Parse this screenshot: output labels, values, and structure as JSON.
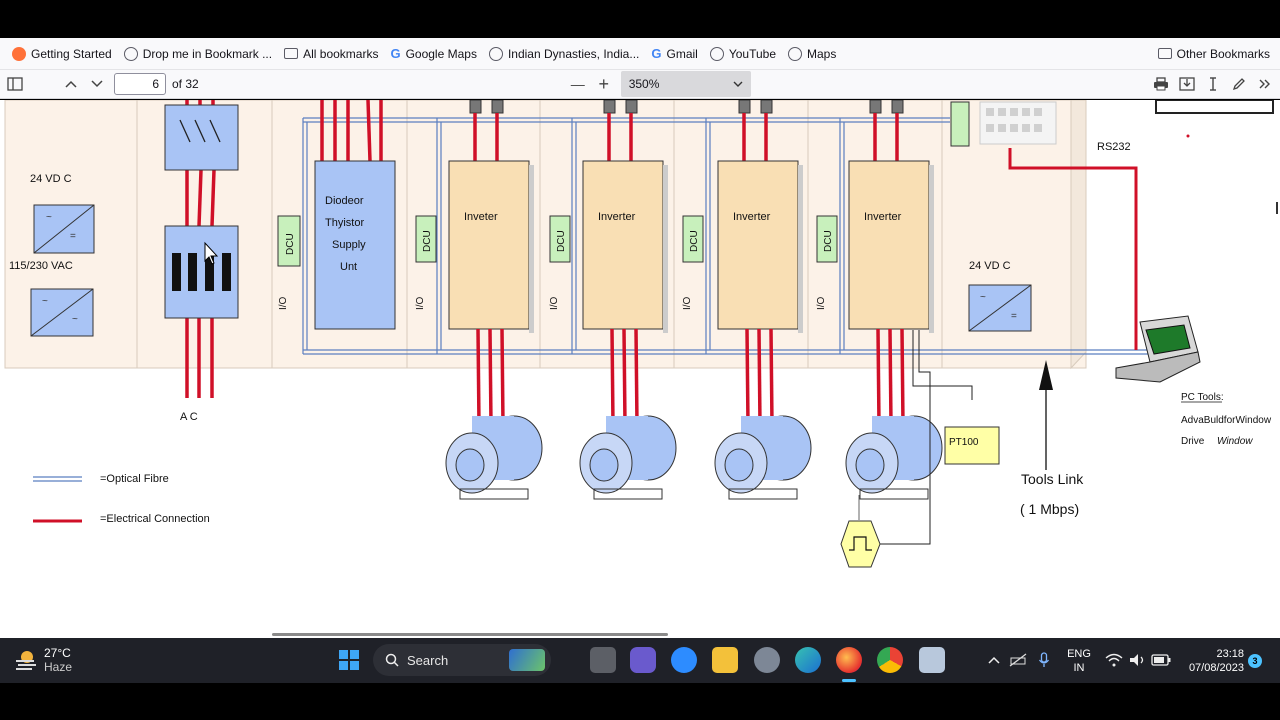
{
  "bookmarks": [
    {
      "label": "Getting Started",
      "icon": "firefox-icon",
      "color": "#ff7139"
    },
    {
      "label": "Drop me in Bookmark ...",
      "icon": "globe-icon",
      "color": "#5b5b66"
    },
    {
      "label": "All bookmarks",
      "icon": "folder-icon",
      "color": "#5b5b66"
    },
    {
      "label": "Google Maps",
      "icon": "google-icon",
      "color": "#4285f4"
    },
    {
      "label": "Indian Dynasties, India...",
      "icon": "globe-icon",
      "color": "#5b5b66"
    },
    {
      "label": "Gmail",
      "icon": "google-icon",
      "color": "#4285f4"
    },
    {
      "label": "YouTube",
      "icon": "globe-icon",
      "color": "#5b5b66"
    },
    {
      "label": "Maps",
      "icon": "globe-icon",
      "color": "#5b5b66"
    }
  ],
  "other_bookmarks": "Other Bookmarks",
  "pdf": {
    "page_number": "6",
    "of_pages": "of 32",
    "zoom": "350%",
    "minus": "—",
    "plus": "+"
  },
  "diagram": {
    "ac_label": "A C",
    "vdc_left": "24 VD C",
    "vac_left": "115/230 VAC",
    "dcu": "DCU",
    "io": "I/O",
    "supply_unit": [
      "Diodeor",
      "Thyistor",
      "Supply",
      "Unt"
    ],
    "inverters": [
      "Inveter",
      "Inverter",
      "Inverter",
      "Inverter"
    ],
    "vdc_right": "24 VD C",
    "rs232": "RS232",
    "pt100": "PT100",
    "tools_link": "Tools Link",
    "tools_speed": "( 1 Mbps)",
    "pc_tools": "PC Tools:",
    "pc_tools_line2": "AdvaBuldforWindow",
    "pc_tools_line3a": "Drive",
    "pc_tools_line3b": "Window",
    "legend_optical": "=Optical Fibre",
    "legend_electrical": "=Electrical Connection",
    "colors": {
      "red": "#d01028",
      "blue_fibre": "#5b7fc0",
      "supply_fill": "#a9c4f5",
      "inverter_fill": "#f9dfb4",
      "dcu_fill": "#c8f0bc",
      "pt_fill": "#ffffa6",
      "cabinet": "#fcf2e8"
    }
  },
  "taskbar": {
    "temp": "27°C",
    "weather": "Haze",
    "search": "Search",
    "lang1": "ENG",
    "lang2": "IN",
    "time": "23:18",
    "date": "07/08/2023",
    "notif_count": "3"
  }
}
